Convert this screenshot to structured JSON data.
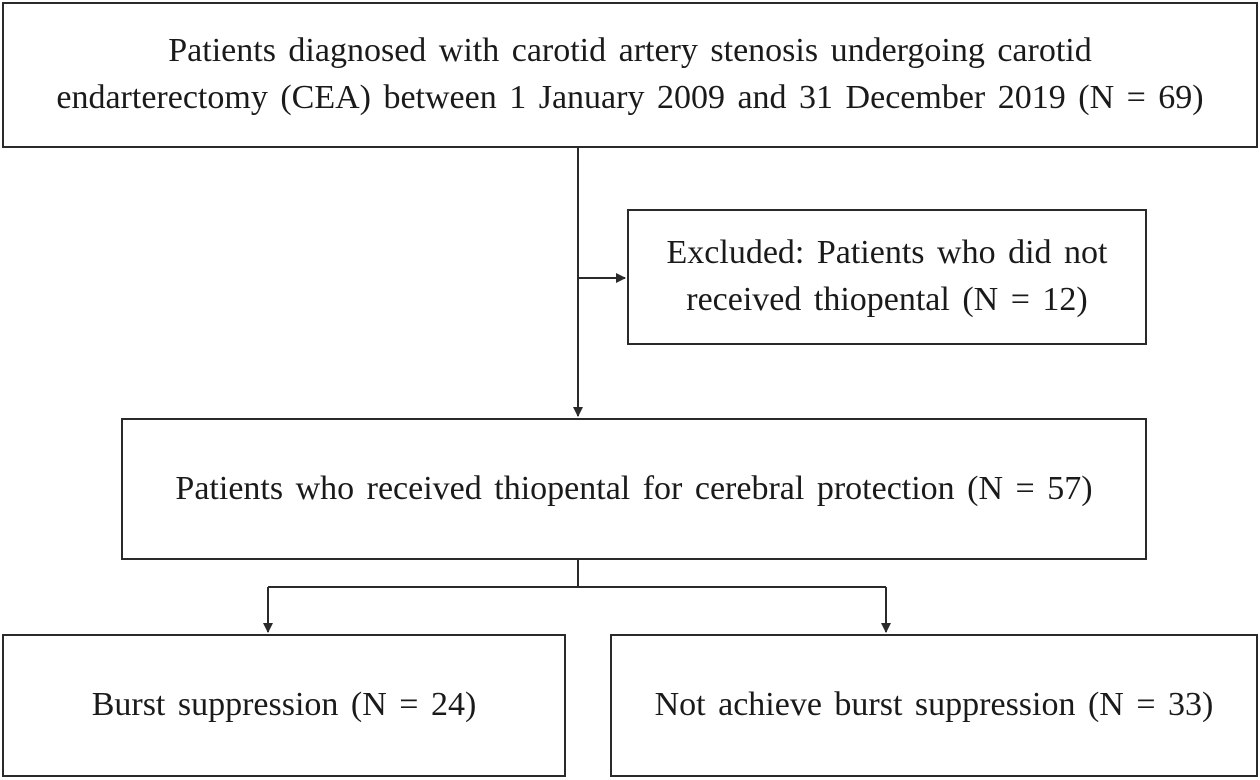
{
  "flowchart": {
    "top_box": {
      "line1": "Patients diagnosed with carotid artery stenosis undergoing carotid",
      "line2": "endarterectomy (CEA) between 1 January 2009 and 31 December 2019 (N = 69)"
    },
    "excluded_box": {
      "line1": "Excluded: Patients who did not",
      "line2": "received thiopental (N = 12)"
    },
    "received_box": {
      "text": "Patients who received thiopental for cerebral protection (N = 57)"
    },
    "burst_box": {
      "text": "Burst suppression (N = 24)"
    },
    "not_burst_box": {
      "text": "Not achieve burst suppression (N = 33)"
    }
  }
}
